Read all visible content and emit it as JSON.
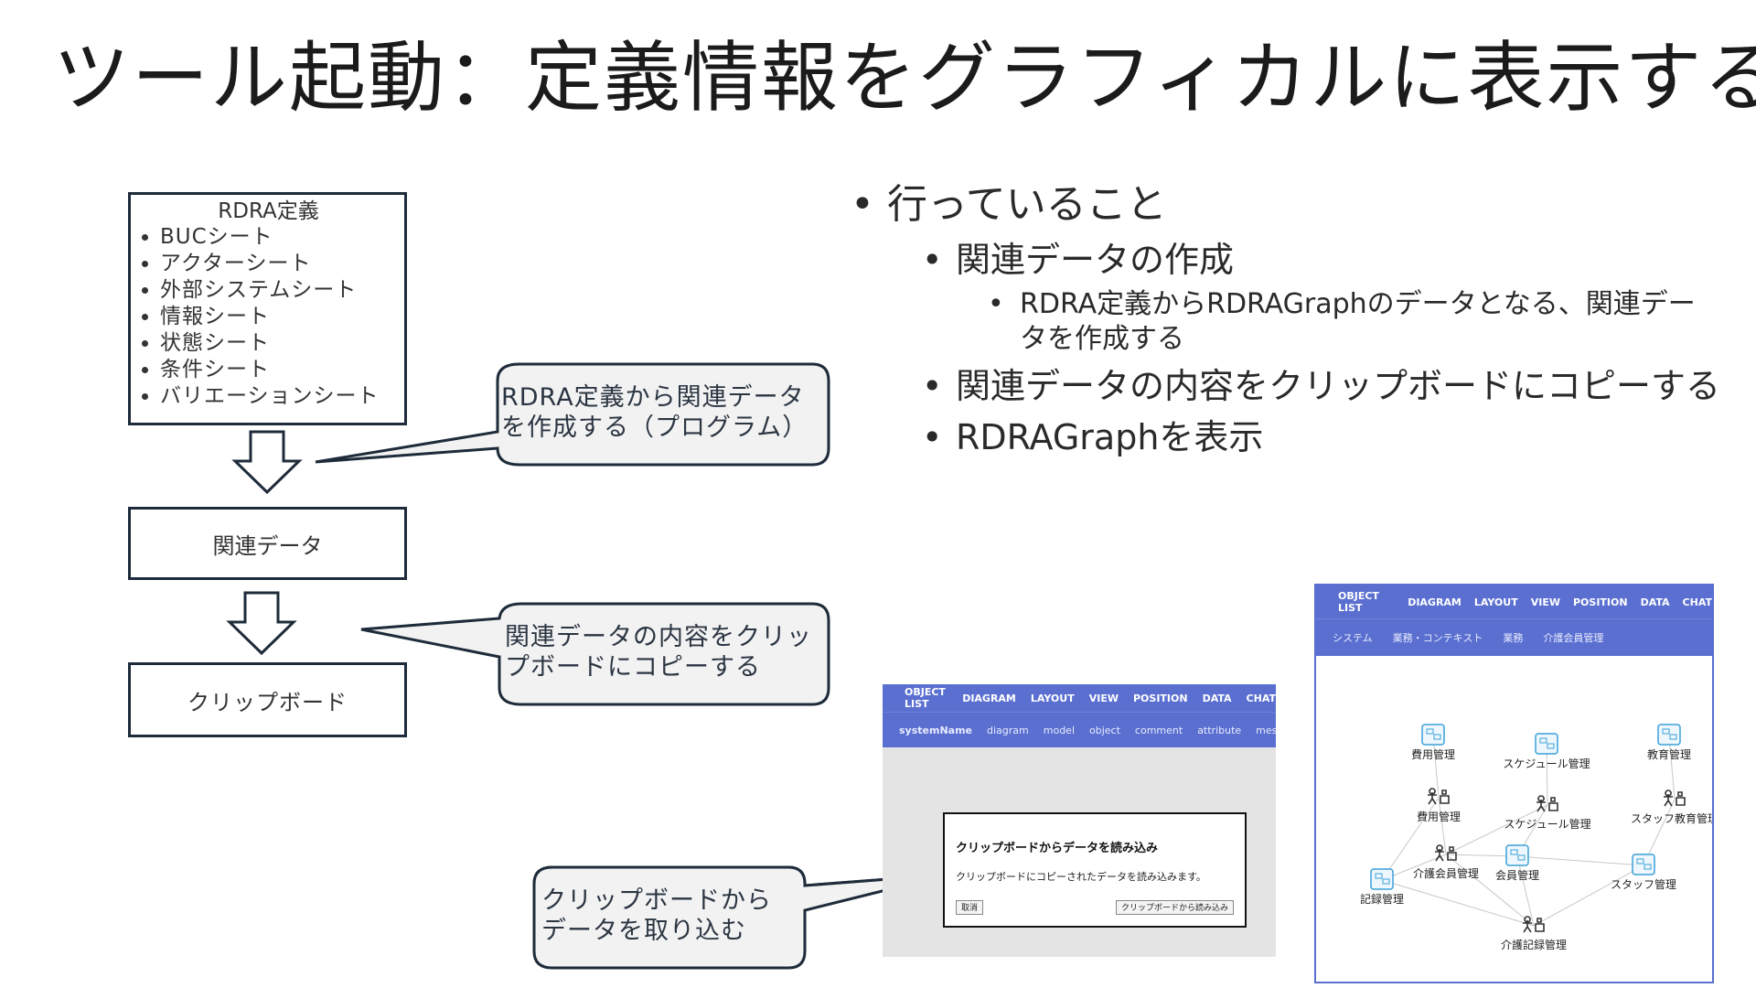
{
  "title": "ツール起動：定義情報をグラフィカルに表示する",
  "flow": {
    "rdra": {
      "title": "RDRA定義",
      "items": [
        "BUCシート",
        "アクターシート",
        "外部システムシート",
        "情報シート",
        "状態シート",
        "条件シート",
        "バリエーションシート"
      ]
    },
    "kanren": "関連データ",
    "clipboard": "クリップボード"
  },
  "callouts": {
    "create": [
      "RDRA定義から関連データ",
      "を作成する（プログラム）"
    ],
    "copy": [
      "関連データの内容をクリッ",
      "プボードにコピーする"
    ],
    "import": [
      "クリップボードから",
      "データを取り込む"
    ]
  },
  "bullets": {
    "top": "行っていること",
    "item1": "関連データの作成",
    "item1_sub": [
      "RDRA定義からRDRAGraphのデータとなる、関連デー",
      "タを作成する"
    ],
    "item2": "関連データの内容をクリップボードにコピーする",
    "item3": "RDRAGraphを表示"
  },
  "screenshot1": {
    "menu": [
      "OBJECT LIST",
      "DIAGRAM",
      "LAYOUT",
      "VIEW",
      "POSITION",
      "DATA",
      "CHAT"
    ],
    "tabs": [
      "systemName",
      "diagram",
      "model",
      "object",
      "comment",
      "attribute",
      "message"
    ],
    "dialog": {
      "title": "クリップボードからデータを読み込み",
      "message": "クリップボードにコピーされたデータを読み込みます。",
      "cancel": "取消",
      "read": "クリップボードから読み込み"
    }
  },
  "screenshot2": {
    "menu": [
      "OBJECT LIST",
      "DIAGRAM",
      "LAYOUT",
      "VIEW",
      "POSITION",
      "DATA",
      "CHAT"
    ],
    "tabs": [
      "システム",
      "業務・コンテキスト",
      "業務",
      "介護会員管理"
    ],
    "nodes": [
      {
        "label": "費用管理",
        "kind": "usecase"
      },
      {
        "label": "スケジュール管理",
        "kind": "usecase"
      },
      {
        "label": "教育管理",
        "kind": "usecase"
      },
      {
        "label": "費用管理",
        "kind": "actor"
      },
      {
        "label": "スケジュール管理",
        "kind": "actor"
      },
      {
        "label": "スタッフ教育管理",
        "kind": "actor"
      },
      {
        "label": "介護会員管理",
        "kind": "actor"
      },
      {
        "label": "会員管理",
        "kind": "usecase"
      },
      {
        "label": "スタッフ管理",
        "kind": "usecase"
      },
      {
        "label": "記録管理",
        "kind": "usecase"
      },
      {
        "label": "介護記録管理",
        "kind": "actor"
      }
    ]
  },
  "colors": {
    "ink": "#1e2b3a",
    "callout_fill": "#f2f2f2",
    "app_bar": "#5a6fd0",
    "node_icon": "#3aa0d8"
  }
}
